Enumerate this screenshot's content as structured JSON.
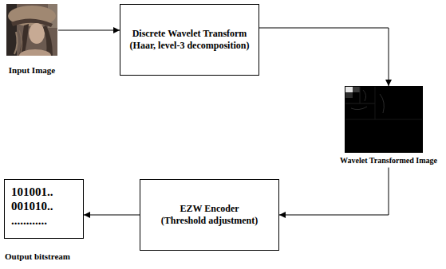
{
  "diagram": {
    "nodes": [
      {
        "text": [
          "Input Image"
        ]
      },
      {
        "text": [
          "Discrete Wavelet Transform",
          "(Haar, level-3 decomposition)"
        ]
      },
      {
        "text": [
          "Wavelet Transformed Image"
        ]
      },
      {
        "text": [
          "EZW Encoder",
          "(Threshold adjustment)"
        ]
      },
      {
        "text": [
          "101001.. 001010.. ............",
          "Output bitstream"
        ]
      }
    ],
    "edges": [
      {
        "from": 0,
        "to": 1,
        "arrow": "to"
      },
      {
        "from": 1,
        "to": 2,
        "arrow": "to"
      },
      {
        "from": 2,
        "to": 3,
        "arrow": "to"
      },
      {
        "from": 3,
        "to": 4,
        "arrow": "to"
      }
    ]
  }
}
